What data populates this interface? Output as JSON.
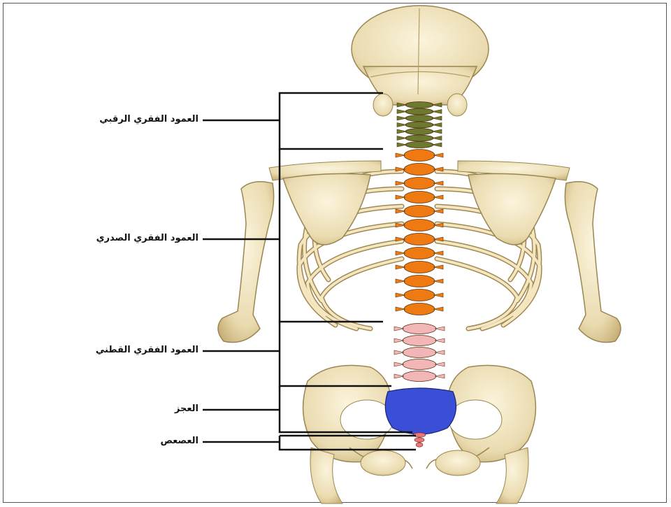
{
  "diagram": {
    "regions": [
      {
        "id": "cervical",
        "label": "العمود الفقري الرقبي",
        "color": "#6b7a2e"
      },
      {
        "id": "thoracic",
        "label": "العمود الفقري الصدري",
        "color": "#f07a12"
      },
      {
        "id": "lumbar",
        "label": "العمود الفقري القطني",
        "color": "#f2b5b8"
      },
      {
        "id": "sacrum",
        "label": "العجز",
        "color": "#3a4fd6"
      },
      {
        "id": "coccyx",
        "label": "العصعص",
        "color": "#e87878"
      }
    ],
    "bone_color": "#efe2b8",
    "bone_outline": "#a08850"
  }
}
